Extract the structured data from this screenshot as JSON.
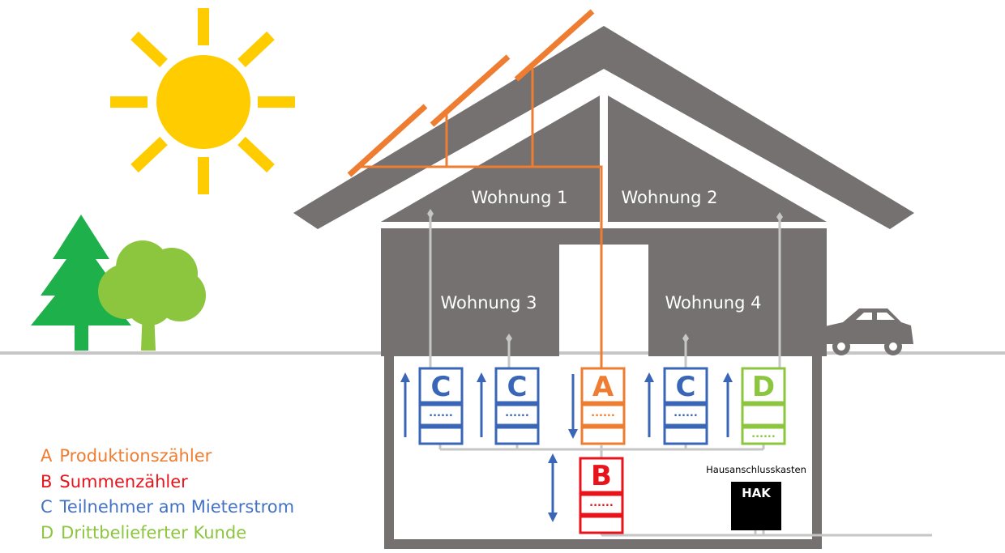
{
  "apartments": {
    "w1": "Wohnung 1",
    "w2": "Wohnung 2",
    "w3": "Wohnung 3",
    "w4": "Wohnung 4"
  },
  "meters": {
    "a": "A",
    "b": "B",
    "c": "C",
    "d": "D",
    "dots": "......"
  },
  "hak": {
    "caption": "Hausanschlusskasten",
    "label": "HAK"
  },
  "legend": [
    {
      "letter": "A",
      "text": "Produktionszähler",
      "color": "#ee7d31"
    },
    {
      "letter": "B",
      "text": "Summenzähler",
      "color": "#e8141b"
    },
    {
      "letter": "C",
      "text": "Teilnehmer am Mieterstrom",
      "color": "#4472c4"
    },
    {
      "letter": "D",
      "text": "Drittbelieferter Kunde",
      "color": "#8cc63f"
    }
  ],
  "colors": {
    "house": "#747170",
    "orange": "#ee7d31",
    "red": "#e8141b",
    "blue": "#3a66b7",
    "green": "#8cc63f",
    "sun": "#ffcc00",
    "grey_line": "#c6c6c6"
  },
  "icons": [
    "sun-icon",
    "pine-tree-icon",
    "tree-icon",
    "car-icon",
    "solar-panel-icon"
  ]
}
